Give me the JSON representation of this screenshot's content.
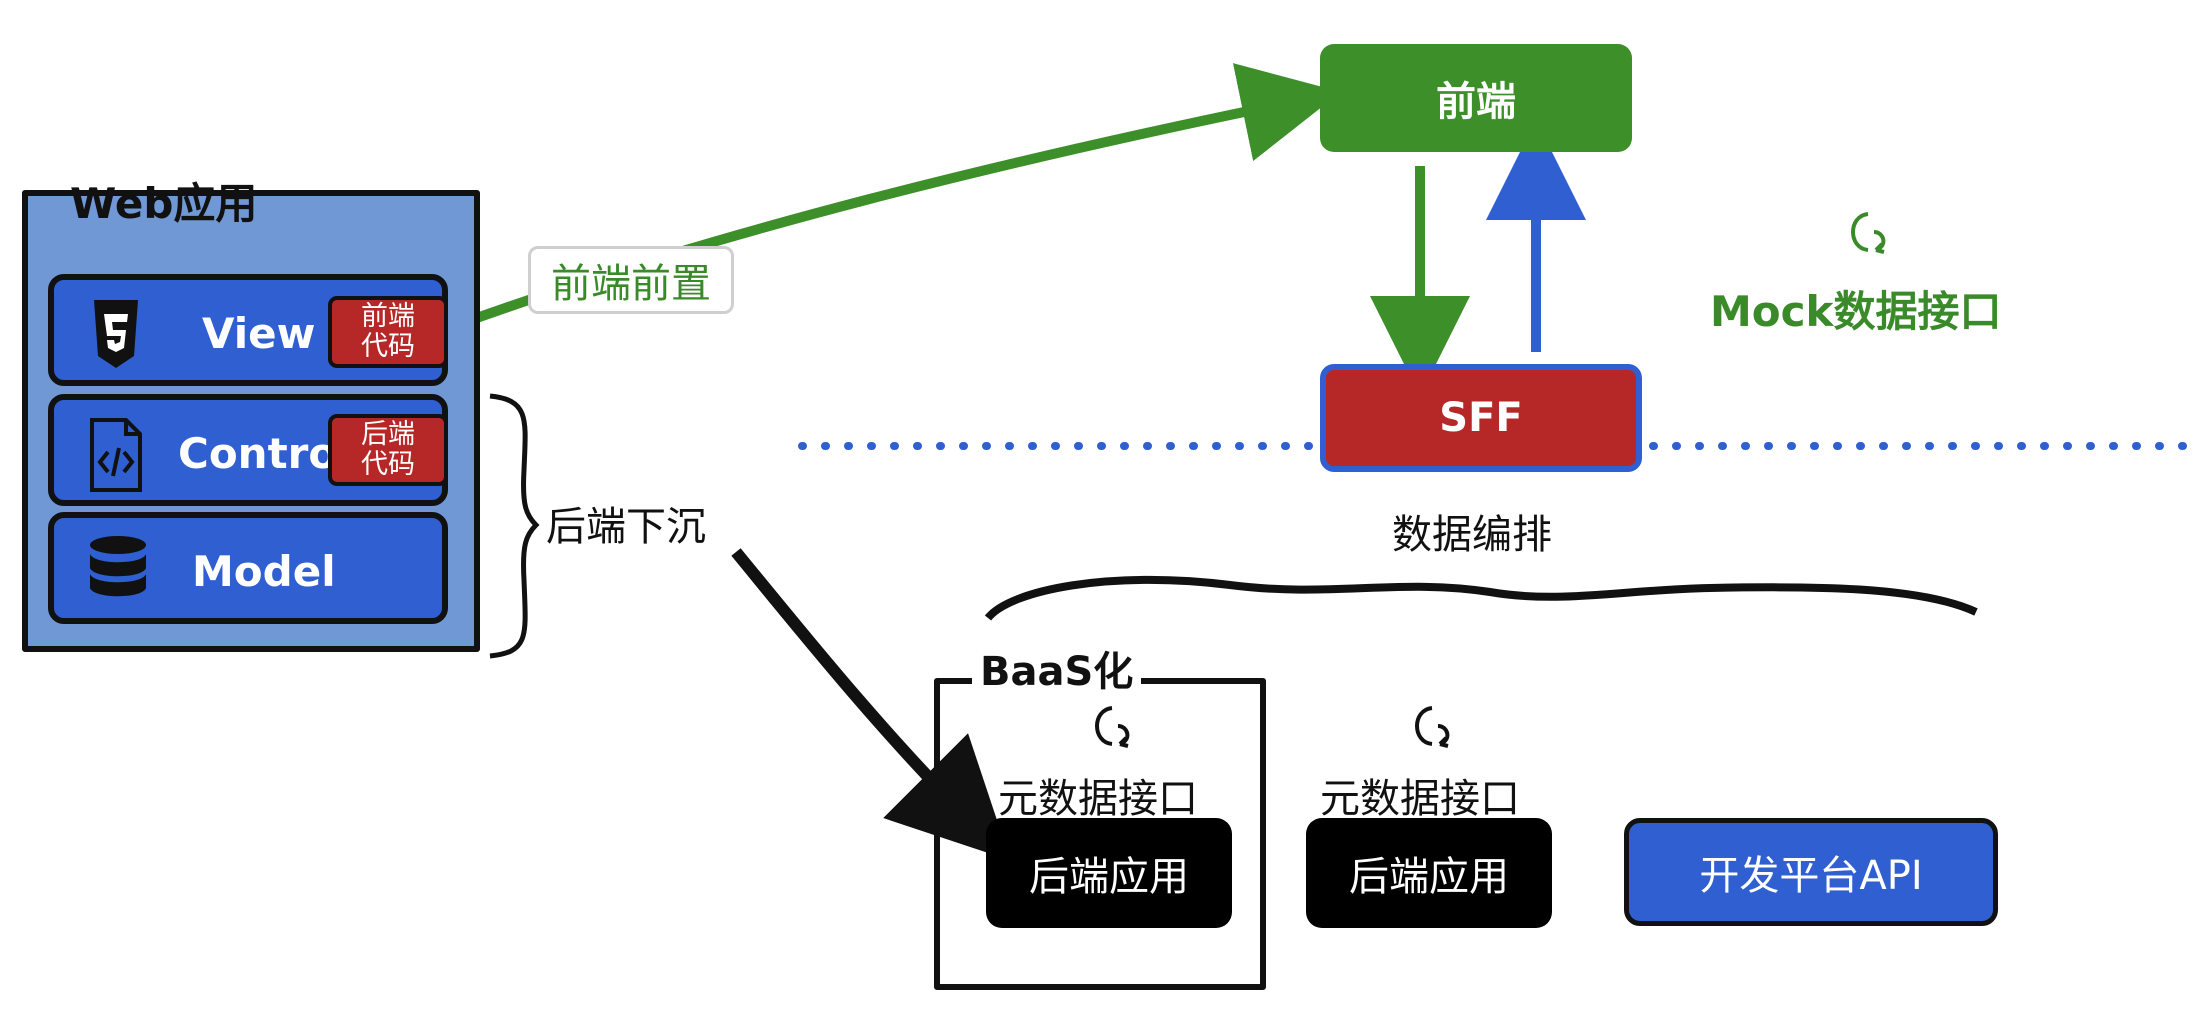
{
  "web_app": {
    "title": "Web应用",
    "layers": {
      "view": "View",
      "control": "Control",
      "model": "Model"
    },
    "tags": {
      "frontend_code": "前端\n代码",
      "backend_code": "后端\n代码"
    }
  },
  "arrows": {
    "front_forward_label": "前端前置",
    "backend_sink_label": "后端下沉"
  },
  "top_right": {
    "frontend": "前端",
    "sff": "SFF",
    "orchestration": "数据编排",
    "mock": "Mock数据接口"
  },
  "bottom": {
    "baas_title": "BaaS化",
    "meta_interface_1": "元数据接口",
    "meta_interface_2": "元数据接口",
    "backend_app_1": "后端应用",
    "backend_app_2": "后端应用",
    "open_platform_api": "开发平台API"
  },
  "colors": {
    "green": "#3d8f2a",
    "blue": "#2f5fd0",
    "red": "#b52827",
    "black": "#111111"
  },
  "icons": [
    "html5-icon",
    "code-file-icon",
    "database-icon",
    "api-link-icon"
  ]
}
